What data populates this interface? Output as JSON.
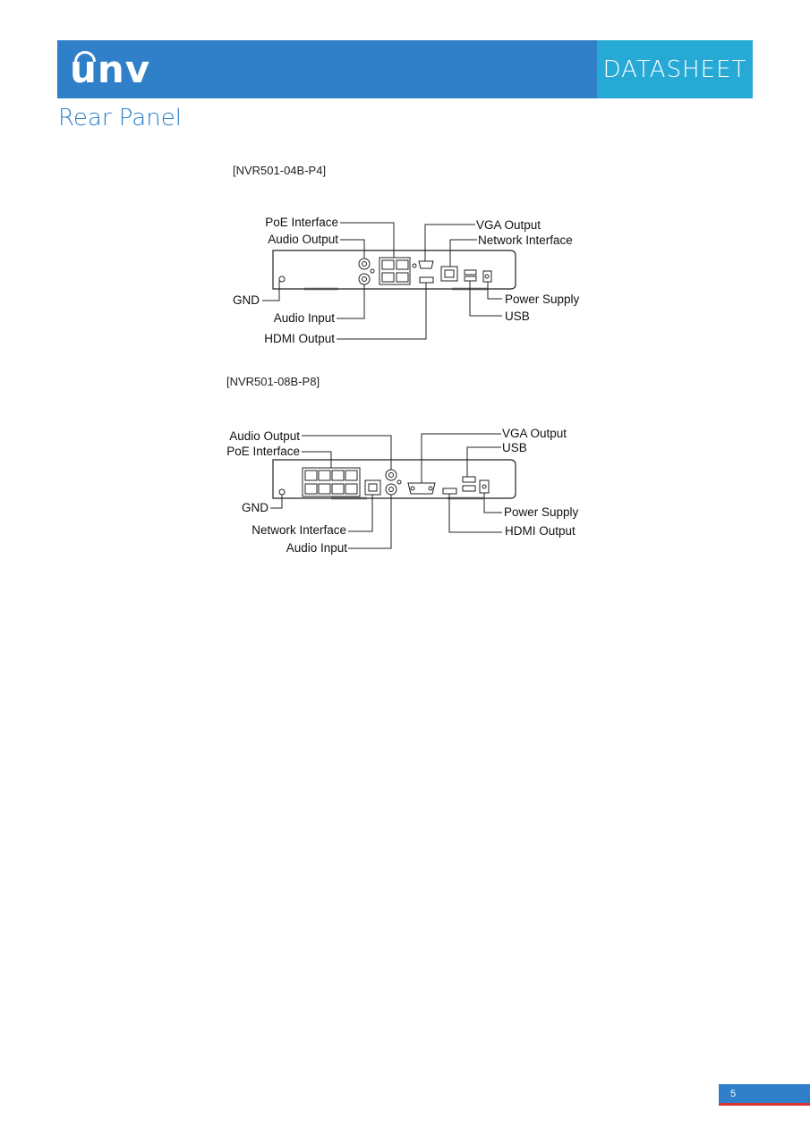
{
  "header": {
    "logo_text": "unv",
    "tag": "DATASHEET"
  },
  "section_title": "Rear Panel",
  "panels": [
    {
      "model": "[NVR501-04B-P4]",
      "callouts": {
        "poe": "PoE Interface",
        "audio_out": "Audio Output",
        "vga": "VGA Output",
        "network": "Network Interface",
        "gnd": "GND",
        "audio_in": "Audio Input",
        "hdmi": "HDMI Output",
        "power": "Power Supply",
        "usb": "USB"
      }
    },
    {
      "model": "[NVR501-08B-P8]",
      "callouts": {
        "audio_out": "Audio Output",
        "poe": "PoE Interface",
        "vga": "VGA Output",
        "usb": "USB",
        "gnd": "GND",
        "power": "Power Supply",
        "network": "Network Interface",
        "hdmi": "HDMI Output",
        "audio_in": "Audio Input"
      }
    }
  ],
  "footer": {
    "page_number": "5"
  },
  "colors": {
    "brand_blue": "#2f80c8",
    "accent_cyan": "#27a9d6",
    "accent_red": "#e03131"
  }
}
